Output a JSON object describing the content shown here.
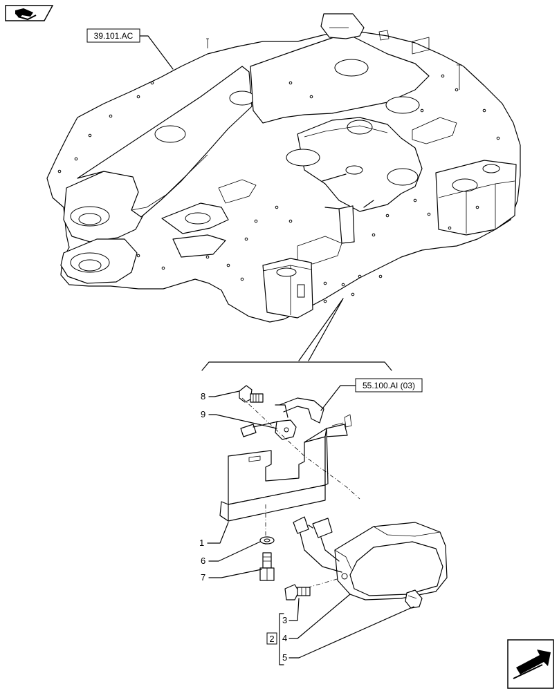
{
  "references": {
    "top_frame": "39.101.AC",
    "wire_harness": "55.100.AI (03)"
  },
  "callouts": [
    {
      "id": "1",
      "label": "1"
    },
    {
      "id": "2",
      "label": "2"
    },
    {
      "id": "3",
      "label": "3"
    },
    {
      "id": "4",
      "label": "4"
    },
    {
      "id": "5",
      "label": "5"
    },
    {
      "id": "6",
      "label": "6"
    },
    {
      "id": "7",
      "label": "7"
    },
    {
      "id": "8",
      "label": "8"
    },
    {
      "id": "9",
      "label": "9"
    }
  ],
  "icons": {
    "top_left": "back-to-index-icon",
    "bottom_right": "next-page-arrow-icon"
  }
}
